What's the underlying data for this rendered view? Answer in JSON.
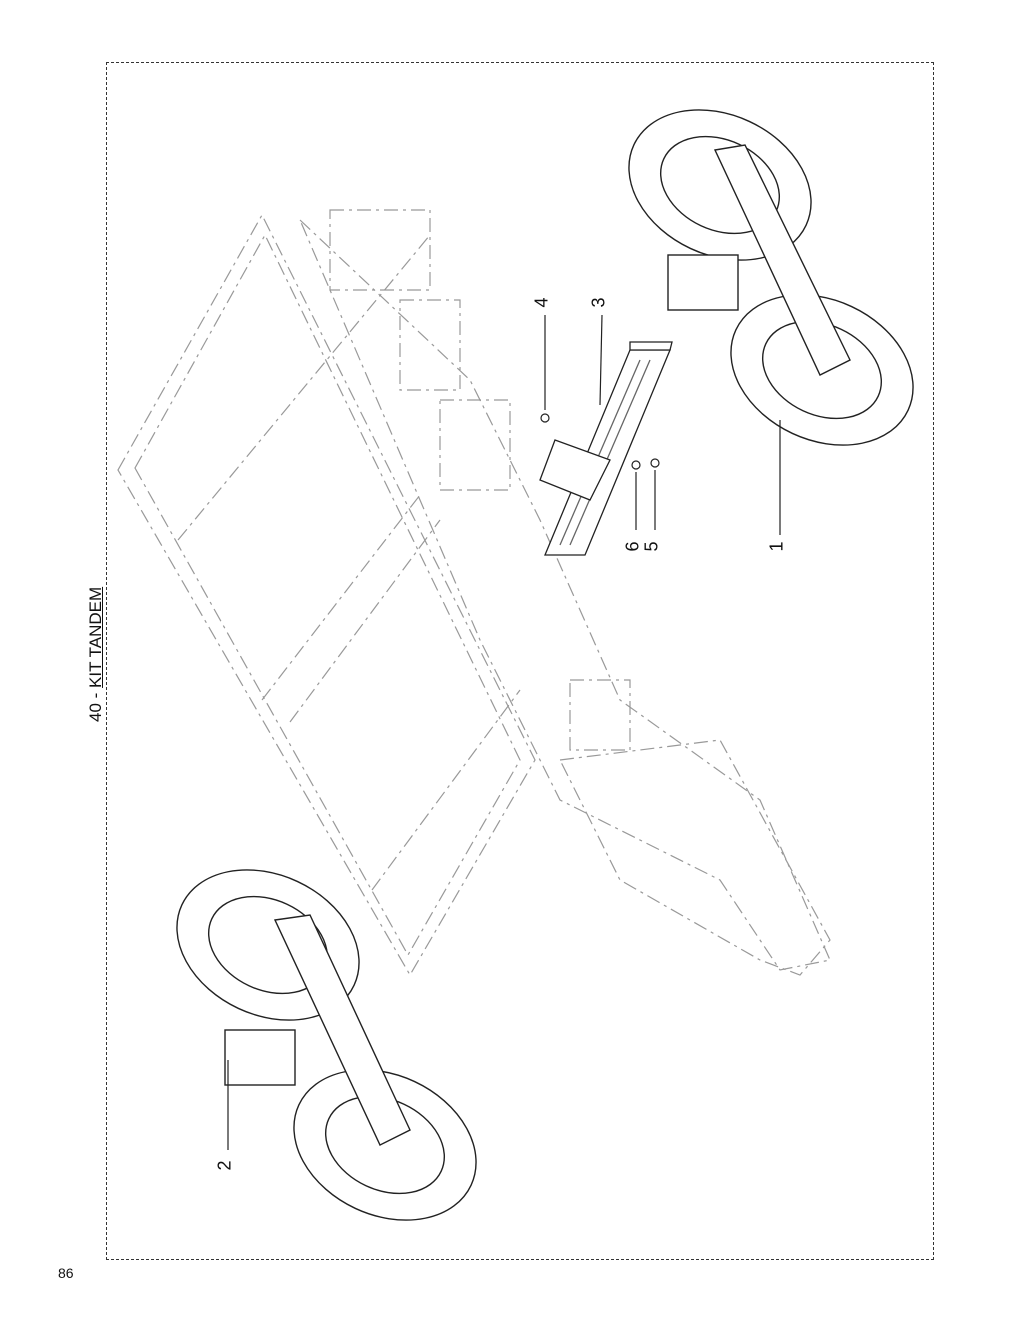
{
  "section": {
    "number": "40",
    "separator": "-",
    "title": "KIT TANDEM"
  },
  "callouts": [
    "1",
    "2",
    "3",
    "4",
    "5",
    "6"
  ],
  "page_number": "86"
}
